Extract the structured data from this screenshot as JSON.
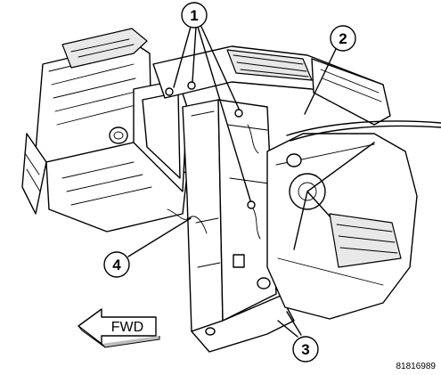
{
  "diagram": {
    "callouts": [
      {
        "id": "callout-1",
        "number": "1"
      },
      {
        "id": "callout-2",
        "number": "2"
      },
      {
        "id": "callout-3",
        "number": "3"
      },
      {
        "id": "callout-4",
        "number": "4"
      }
    ],
    "direction_arrow": {
      "label": "FWD"
    },
    "figure_id": "81816989",
    "colors": {
      "ink": "#000000",
      "background": "#ffffff",
      "shade": "#e8e8e8"
    }
  }
}
